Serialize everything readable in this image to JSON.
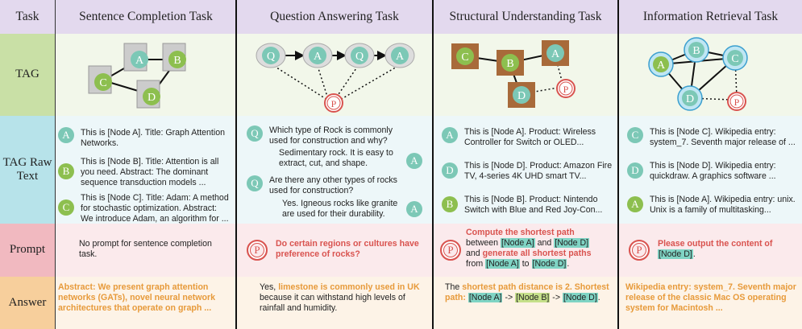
{
  "columns": {
    "task": "Task",
    "c1": "Sentence Completion Task",
    "c2": "Question Answering Task",
    "c3": "Structural Understanding Task",
    "c4": "Information Retrieval Task"
  },
  "rows": {
    "tag": "TAG",
    "raw": "TAG Raw Text",
    "prompt": "Prompt",
    "answer": "Answer"
  },
  "nodes": {
    "A": "A",
    "B": "B",
    "C": "C",
    "D": "D",
    "Q": "Q",
    "P": "P"
  },
  "raw": {
    "c1": [
      {
        "node": "A",
        "text": "This is [Node A]. Title: Graph Attention Networks."
      },
      {
        "node": "B",
        "text": "This is [Node B]. Title: Attention is all you need. Abstract: The dominant sequence transduction models ..."
      },
      {
        "node": "C",
        "text": "This is [Node C]. Title: Adam: A method for stochastic optimization. Abstract: We introduce Adam, an algorithm for ..."
      }
    ],
    "c2": [
      {
        "node": "Q",
        "text": "Which type of Rock is commonly used for construction and why?"
      },
      {
        "node": "A",
        "text": "Sedimentary rock. It is easy to extract, cut, and shape."
      },
      {
        "node": "Q",
        "text": "Are there any other types of rocks used for construction?"
      },
      {
        "node": "A",
        "text": "Yes. Igneous rocks like granite are used for their durability."
      }
    ],
    "c3": [
      {
        "node": "A",
        "text": "This is [Node A]. Product: Wireless Controller for Switch or OLED..."
      },
      {
        "node": "D",
        "text": "This is [Node D]. Product: Amazon Fire TV, 4-series 4K UHD smart TV..."
      },
      {
        "node": "B",
        "text": "This is [Node B]. Product: Nintendo Switch with Blue and Red Joy-Con..."
      }
    ],
    "c4": [
      {
        "node": "C",
        "text": "This is [Node C]. Wikipedia entry: system_7. Seventh major release of ..."
      },
      {
        "node": "D",
        "text": "This is [Node D]. Wikipedia entry: quickdraw. A graphics software ..."
      },
      {
        "node": "A",
        "text": "This is [Node A]. Wikipedia entry: unix. Unix is a family of multitasking..."
      }
    ]
  },
  "prompt": {
    "c1": "No prompt for sentence completion task.",
    "c2": "Do certain regions or cultures have preference of rocks?",
    "c3_a": "Compute the shortest path",
    "c3_b": "between",
    "c3_nodeA": "[Node A]",
    "c3_and": "and",
    "c3_nodeD": "[Node D]",
    "c3_and2": "and",
    "c3_gen": "generate all shortest paths",
    "c3_from": "from",
    "c3_to": "to",
    "c3_end": ".",
    "c4_a": "Please output the content of",
    "c4_node": "[Node D]",
    "c4_end": "."
  },
  "answer": {
    "c1": "Abstract: We present graph attention networks (GATs), novel neural network architectures that operate on graph ...",
    "c2_a": "Yes,",
    "c2_b": "limestone is commonly used in UK",
    "c2_c": "because it can withstand high levels of rainfall and humidity.",
    "c3_a": "The",
    "c3_b": "shortest path distance is 2. Shortest path:",
    "c3_nA": "[Node A]",
    "c3_arrow1": "->",
    "c3_nB": "[Node B]",
    "c3_arrow2": "->",
    "c3_nD": "[Node D]",
    "c3_end": ".",
    "c4": "Wikipedia entry: system_7. Seventh major release of the classic Mac OS operating system for Macintosh ..."
  },
  "colors": {
    "header_bg": "#e3d9ee",
    "tag_label_bg": "#c9e0a6",
    "tag_bg": "#f2f7ea",
    "raw_label_bg": "#b7e3ea",
    "raw_bg": "#edf7f9",
    "prompt_label_bg": "#f1b9c0",
    "prompt_bg": "#fbeaec",
    "answer_label_bg": "#f7cf9c",
    "answer_bg": "#fdf3e7"
  }
}
